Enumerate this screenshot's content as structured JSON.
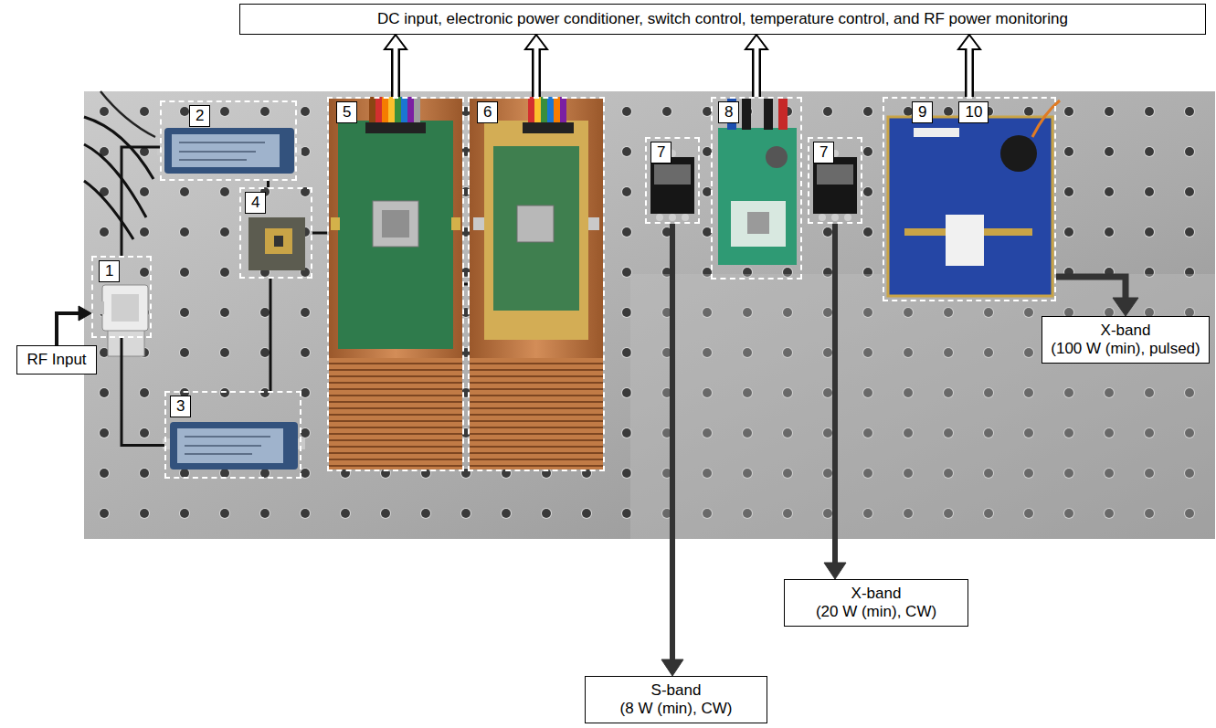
{
  "diagram": {
    "nodes": [
      {
        "text": [
          "DC input, electronic power conditioner, switch control, temperature control, and RF power monitoring"
        ]
      },
      {
        "text": [
          "2"
        ]
      },
      {
        "text": [
          "1"
        ]
      },
      {
        "text": [
          "RF Input"
        ]
      },
      {
        "text": [
          "4"
        ]
      },
      {
        "text": [
          "3"
        ]
      },
      {
        "text": [
          "5"
        ]
      },
      {
        "text": [
          "6"
        ]
      },
      {
        "text": [
          "7"
        ]
      },
      {
        "text": [
          "8"
        ]
      },
      {
        "text": [
          "7"
        ]
      },
      {
        "text": [
          "9",
          "10"
        ]
      },
      {
        "text": [
          "X-band",
          "(100 W (min), pulsed)"
        ]
      },
      {
        "text": [
          "X-band",
          "(20 W (min), CW)"
        ]
      },
      {
        "text": [
          "S-band",
          "(8 W (min), CW)"
        ]
      }
    ],
    "edges": [
      {
        "from": 3,
        "to": 2,
        "arrow": "to"
      },
      {
        "from": 2,
        "to": 1,
        "arrow": "none"
      },
      {
        "from": 2,
        "to": 5,
        "arrow": "none"
      },
      {
        "from": 1,
        "to": 4,
        "arrow": "none"
      },
      {
        "from": 5,
        "to": 4,
        "arrow": "none"
      },
      {
        "from": 4,
        "to": 6,
        "arrow": "none"
      },
      {
        "from": 6,
        "to": 7,
        "arrow": "none"
      },
      {
        "from": 6,
        "to": 0,
        "arrow": "to"
      },
      {
        "from": 7,
        "to": 0,
        "arrow": "to"
      },
      {
        "from": 9,
        "to": 0,
        "arrow": "to"
      },
      {
        "from": 11,
        "to": 0,
        "arrow": "to"
      },
      {
        "from": 8,
        "to": 14,
        "arrow": "to"
      },
      {
        "from": 10,
        "to": 13,
        "arrow": "to"
      },
      {
        "from": 11,
        "to": 12,
        "arrow": "to"
      }
    ]
  }
}
